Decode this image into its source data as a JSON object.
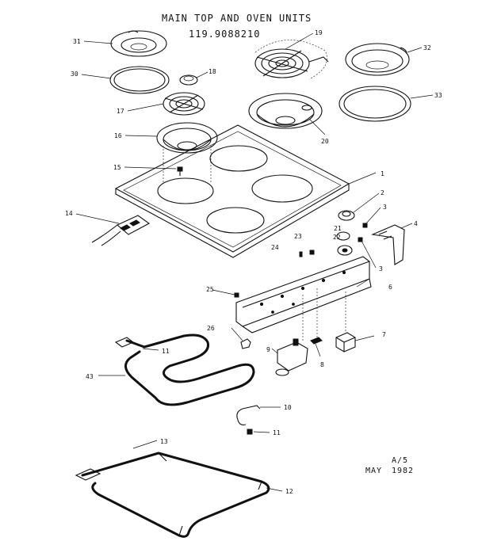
{
  "header": {
    "title": "MAIN TOP AND OVEN UNITS",
    "model": "119.9088210"
  },
  "footer": {
    "page": "A/5",
    "month": "MAY",
    "year": "1982"
  },
  "callouts": {
    "c1": "1",
    "c2": "2",
    "c3a": "3",
    "c3b": "3",
    "c4": "4",
    "c6": "6",
    "c7": "7",
    "c8": "8",
    "c9": "9",
    "c10": "10",
    "c11a": "11",
    "c11b": "11",
    "c12": "12",
    "c13": "13",
    "c14": "14",
    "c15": "15",
    "c16": "16",
    "c17": "17",
    "c18": "18",
    "c19": "19",
    "c20": "20",
    "c21": "21",
    "c22": "22",
    "c23": "23",
    "c24": "24",
    "c25": "25",
    "c26": "26",
    "c30": "30",
    "c31": "31",
    "c32": "32",
    "c33": "33",
    "c43": "43"
  }
}
